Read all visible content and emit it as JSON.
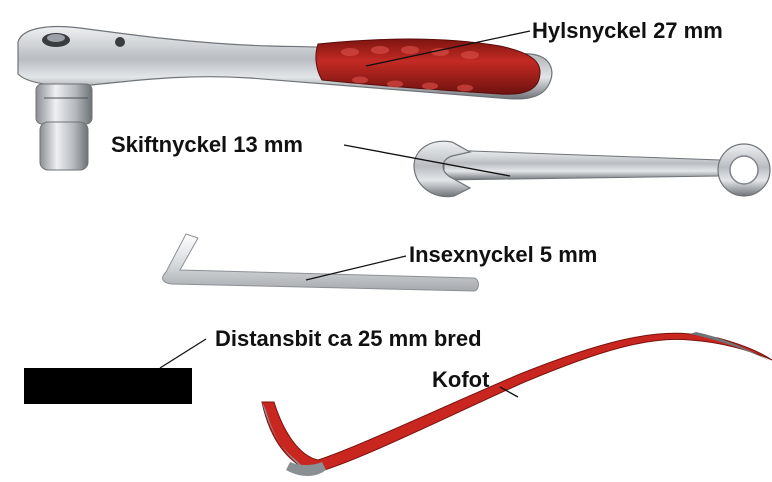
{
  "labels": {
    "socket_wrench": "Hylsnyckel 27 mm",
    "combination_wrench": "Skiftnyckel 13 mm",
    "hex_key": "Insexnyckel 5 mm",
    "spacer": "Distansbit ca 25 mm bred",
    "crowbar": "Kofot"
  },
  "colors": {
    "background": "#ffffff",
    "text": "#111111",
    "leader": "#111111",
    "chrome": "#c9ccd0",
    "chrome_dark": "#7f8489",
    "grip_red": "#b8221e",
    "crowbar_red": "#c8261f",
    "spacer": "#000000"
  },
  "icons": [
    "ratchet-icon",
    "combination-wrench-icon",
    "hex-key-icon",
    "spacer-block-icon",
    "crowbar-icon"
  ]
}
